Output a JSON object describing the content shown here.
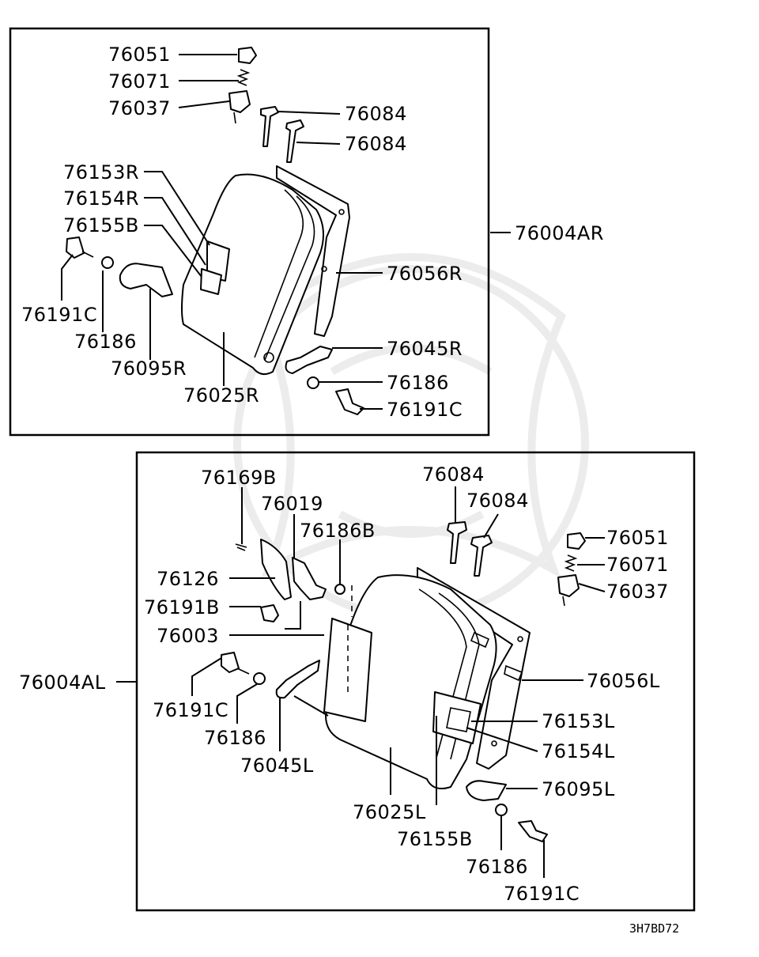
{
  "diagram": {
    "reference_code": "3H7BD72",
    "upper_group": {
      "assembly_label": "76004AR",
      "labels": {
        "knob": "76051",
        "spring": "76071",
        "lock": "76037",
        "bolt_a": "76084",
        "bolt_b": "76084",
        "trim_a": "76153R",
        "trim_b": "76154R",
        "trim_c": "76155B",
        "frame": "76056R",
        "hinge": "76045R",
        "bushing_right": "76186",
        "bolt_right": "76191C",
        "bolt_left": "76191C",
        "bushing_left": "76186",
        "bracket": "76095R",
        "back": "76025R"
      }
    },
    "lower_group": {
      "assembly_label": "76004AL",
      "labels": {
        "screw": "76169B",
        "bracket_a": "76019",
        "nut": "76186B",
        "cover": "76126",
        "bolt_b": "76191B",
        "panel": "76003",
        "bolt_left": "76191C",
        "bushing_left": "76186",
        "hinge": "76045L",
        "back": "76025L",
        "trim_c": "76155B",
        "bolt_a": "76084",
        "bolt_b2": "76084",
        "knob": "76051",
        "spring": "76071",
        "lock": "76037",
        "frame": "76056L",
        "trim_a": "76153L",
        "trim_b": "76154L",
        "bracket": "76095L",
        "bushing_right": "76186",
        "bolt_right": "76191C"
      }
    }
  }
}
